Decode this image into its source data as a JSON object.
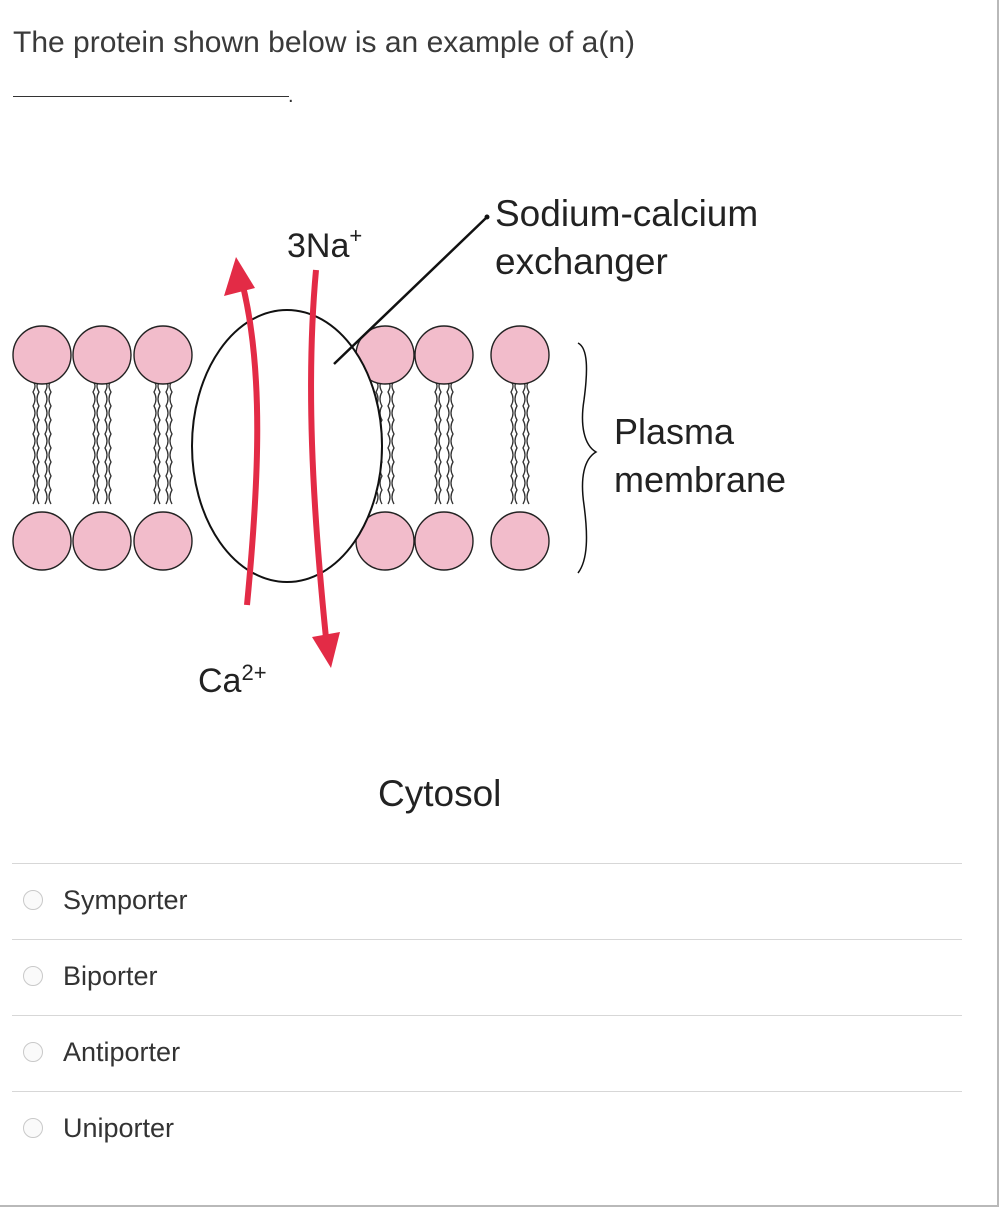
{
  "question": {
    "text": "The protein shown below is an example of a(n)",
    "blank_suffix": "."
  },
  "figure": {
    "labels": {
      "protein_line1": "Sodium-calcium",
      "protein_line2": "exchanger",
      "sodium_base": "3Na",
      "sodium_sup": "+",
      "calcium_base": "Ca",
      "calcium_sup": "2+",
      "membrane_line1": "Plasma",
      "membrane_line2": "membrane",
      "cytosol": "Cytosol"
    },
    "colors": {
      "lipid_head": "#f2bccb",
      "arrow": "#e32b46",
      "outline": "#111111"
    }
  },
  "options": [
    {
      "label": "Symporter",
      "selected": false
    },
    {
      "label": "Biporter",
      "selected": false
    },
    {
      "label": "Antiporter",
      "selected": false
    },
    {
      "label": "Uniporter",
      "selected": false
    }
  ]
}
